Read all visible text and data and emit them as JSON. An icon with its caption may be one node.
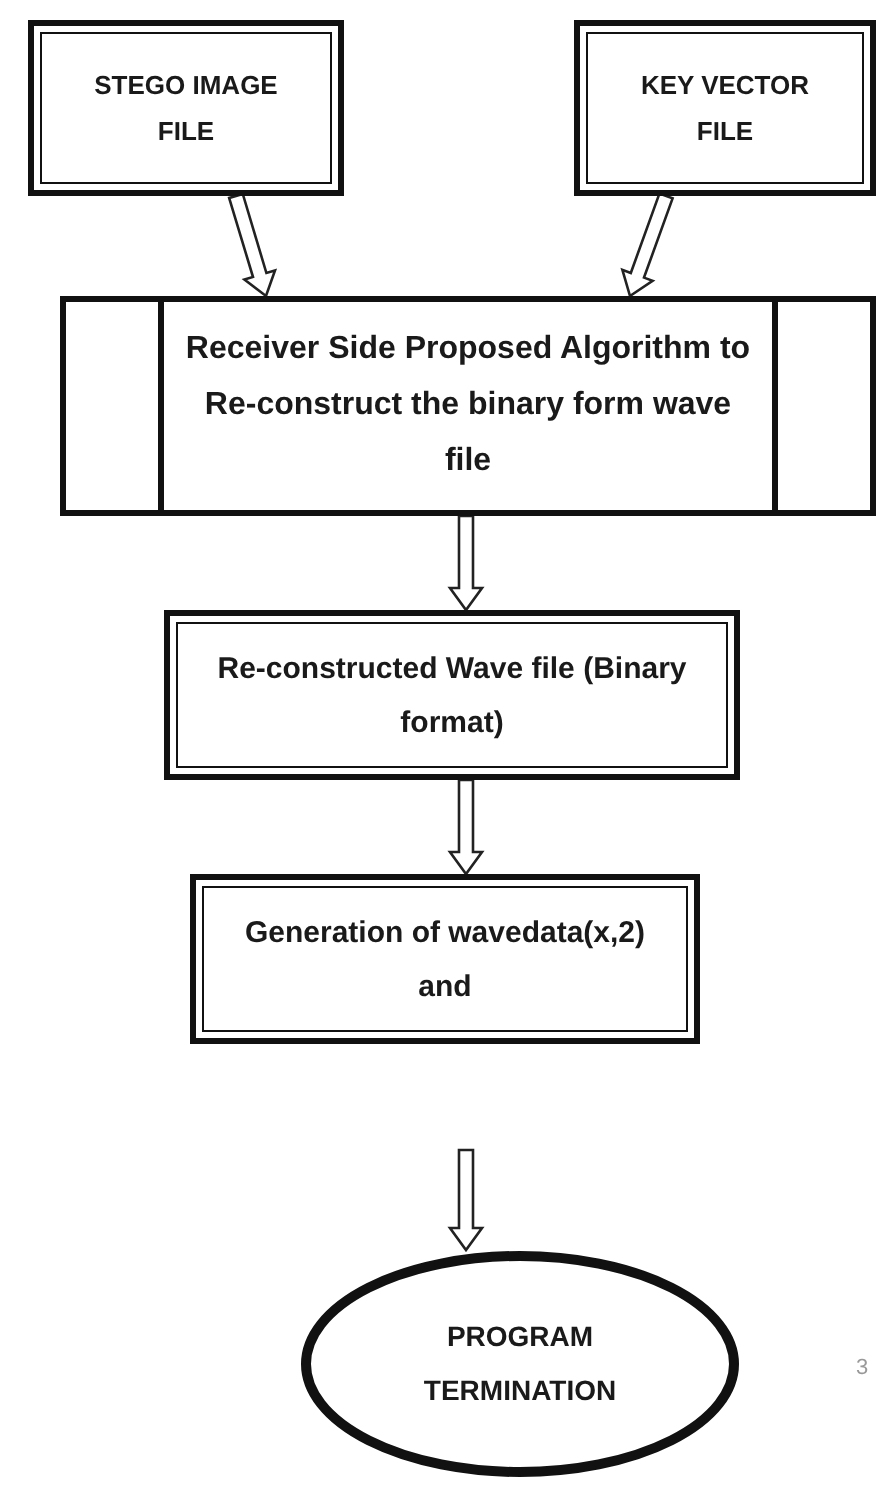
{
  "diagram": {
    "nodes": [
      {
        "text": [
          "STEGO IMAGE FILE"
        ]
      },
      {
        "text": [
          "KEY VECTOR FILE"
        ]
      },
      {
        "text": [
          "Receiver Side Proposed Algorithm to Re-construct the binary form wave file"
        ]
      },
      {
        "text": [
          "Re-constructed Wave file   (Binary format)"
        ]
      },
      {
        "text": [
          "Generation of wavedata(x,2) and"
        ]
      },
      {
        "text": [
          "PROGRAM TERMINATION"
        ]
      }
    ],
    "edges": [
      {
        "from": 0,
        "to": 2,
        "arrow": "to"
      },
      {
        "from": 1,
        "to": 2,
        "arrow": "to"
      },
      {
        "from": 2,
        "to": 3,
        "arrow": "to"
      },
      {
        "from": 3,
        "to": 4,
        "arrow": "to"
      },
      {
        "from": null,
        "to": 5,
        "arrow": "to"
      }
    ],
    "labels": [
      "3"
    ]
  }
}
